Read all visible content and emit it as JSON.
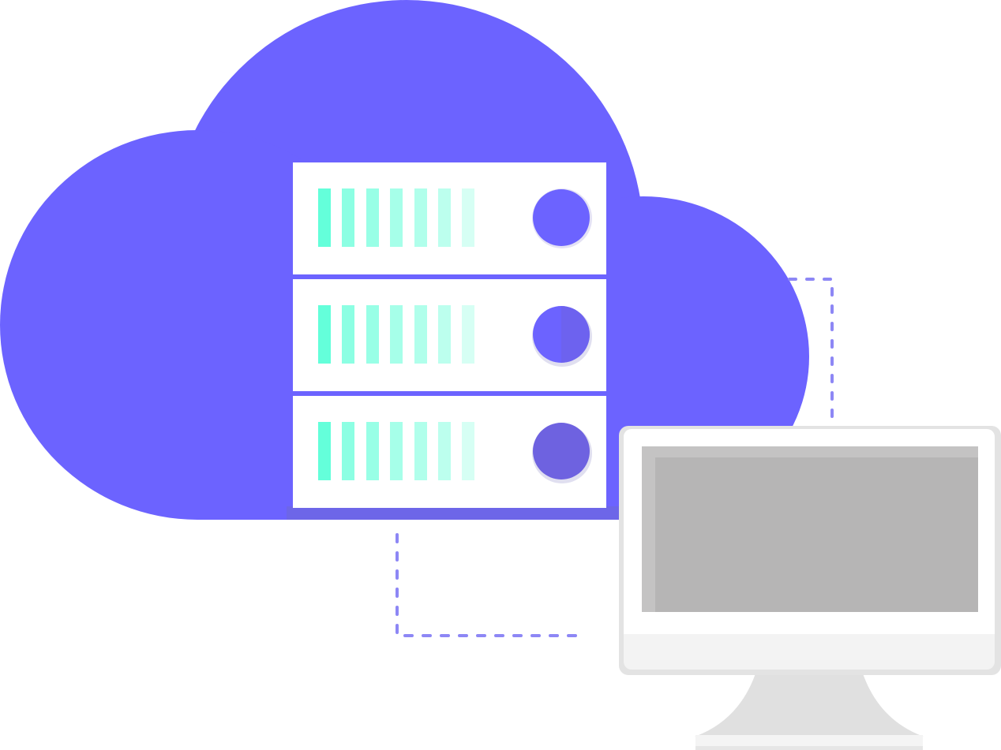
{
  "illustration": {
    "subject": "cloud-server-to-computer",
    "colors": {
      "cloud": "#6c63ff",
      "cloud_shadow": "#6d66e8",
      "server_panel": "#ffffff",
      "led_1": "#64ffda",
      "led_2": "#8cffe3",
      "led_3": "#98ffe6",
      "led_4": "#a6ffe9",
      "led_5": "#b0ffeb",
      "led_6": "#bcffee",
      "led_7": "#d6fff4",
      "power_button": "#6c63ff",
      "power_button_dark": "#6e62e0",
      "connector_dash": "#8d87f5",
      "monitor_frame": "#f3f3f3",
      "monitor_bezel": "#ffffff",
      "monitor_screen": "#b6b5b5",
      "monitor_screen_shade": "#c4c3c3",
      "monitor_stand": "#e0e0e0",
      "monitor_stand_shadow": "#cdcdcd"
    },
    "server": {
      "unit_count": 3,
      "leds_per_unit": 7
    },
    "icons": [
      "cloud-icon",
      "server-rack-icon",
      "monitor-icon",
      "connection-line-icon"
    ]
  }
}
